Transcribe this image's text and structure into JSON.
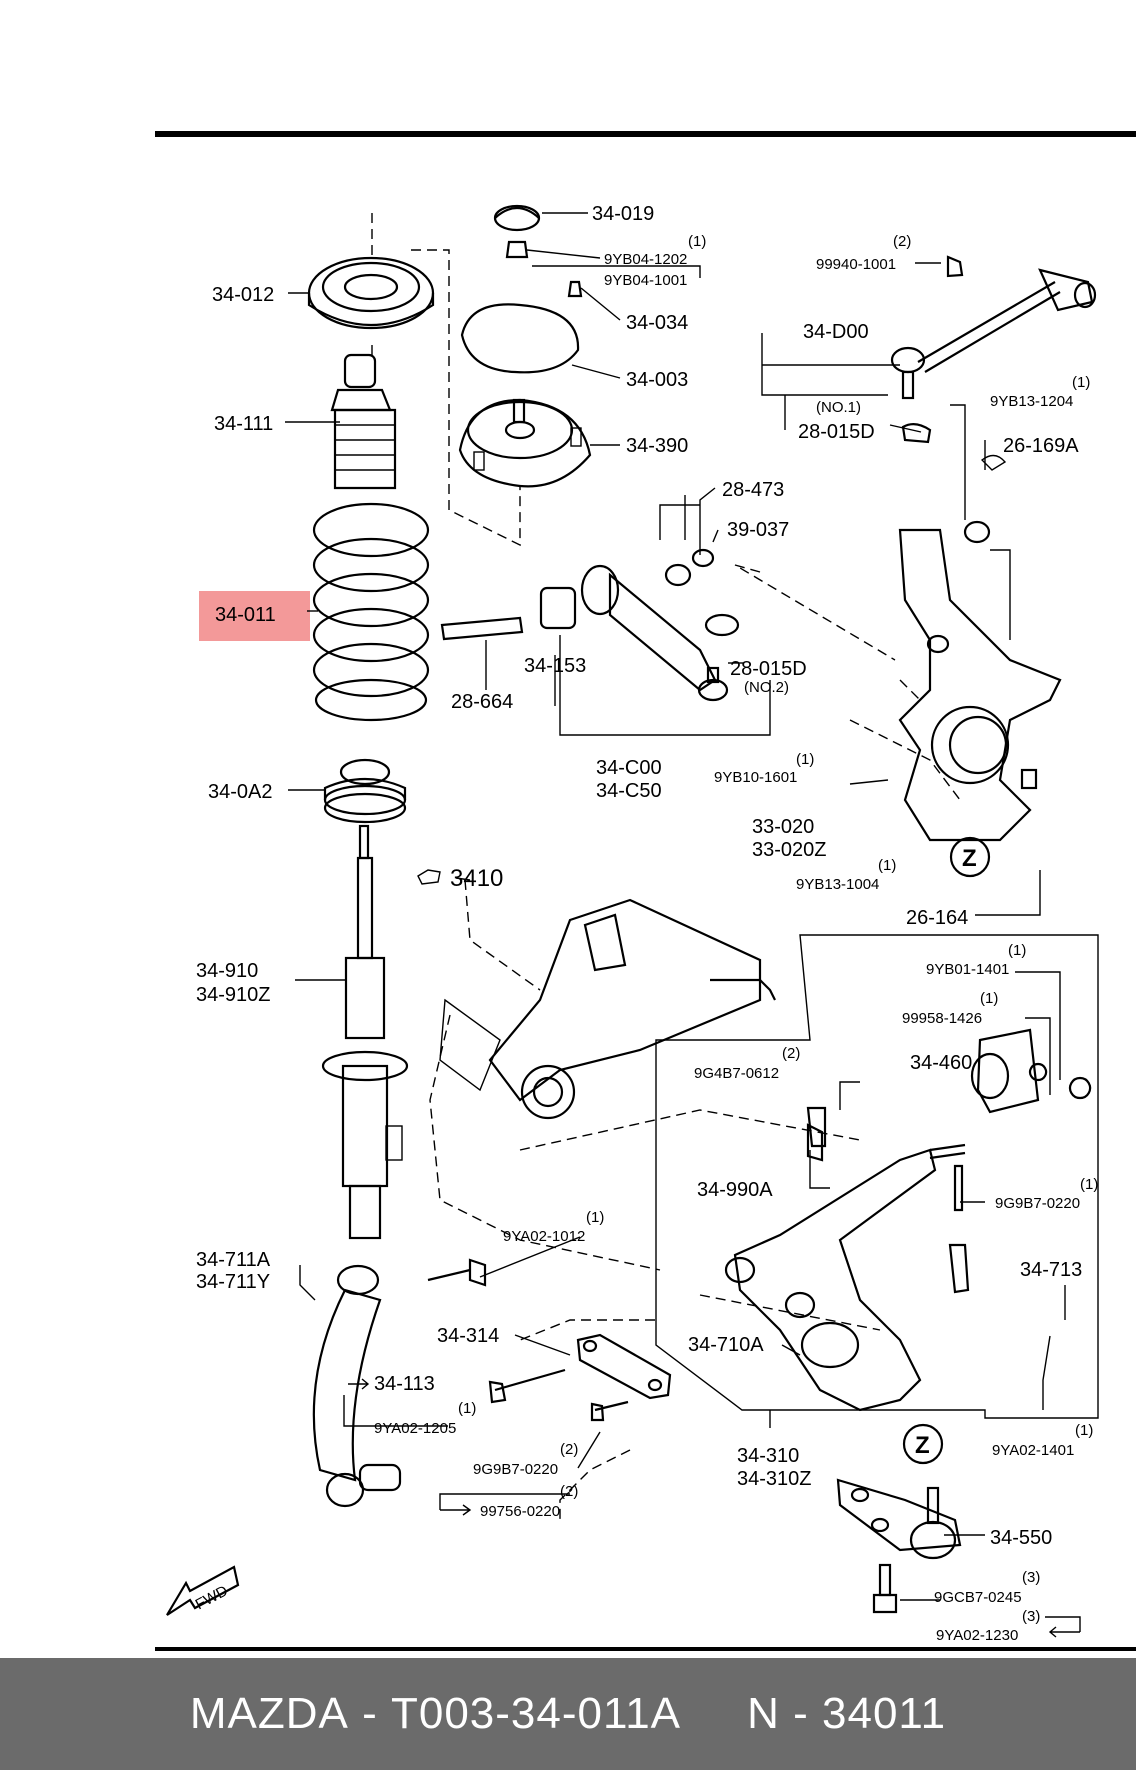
{
  "footer": {
    "brand": "MAZDA",
    "sep1": " - ",
    "part_no": "T003-34-011A",
    "sep2": "     N - ",
    "ref_no": "34011"
  },
  "highlight": {
    "label": "34-011",
    "color": "#f08080"
  },
  "labels": {
    "l_34019": "34-019",
    "l_9yb04_1202": "9YB04-1202",
    "l_9yb04_1001": "9YB04-1001",
    "q_9yb04": "(1)",
    "l_34012": "34-012",
    "l_34034": "34-034",
    "l_34003": "34-003",
    "l_34111": "34-111",
    "l_34390": "34-390",
    "l_99940_1001": "99940-1001",
    "q_99940": "(2)",
    "l_34d00": "34-D00",
    "l_no1": "(NO.1)",
    "l_28015d_a": "28-015D",
    "l_9yb13_1204": "9YB13-1204",
    "q_9yb13_1204": "(1)",
    "l_26169a": "26-169A",
    "l_28473": "28-473",
    "l_39037": "39-037",
    "l_34153": "34-153",
    "l_28664": "28-664",
    "l_28015d_b": "28-015D",
    "l_no2": "(NO.2)",
    "l_34c00": "34-C00",
    "l_34c50": "34-C50",
    "l_9yb10_1601": "9YB10-1601",
    "q_9yb10": "(1)",
    "l_33020": "33-020",
    "l_33020z": "33-020Z",
    "l_9yb13_1004": "9YB13-1004",
    "q_9yb13_1004": "(1)",
    "l_34oa2": "34-0A2",
    "l_3410": "3410",
    "l_26164": "26-164",
    "l_34910": "34-910",
    "l_34910z": "34-910Z",
    "l_9yb01_1401": "9YB01-1401",
    "q_9yb01": "(1)",
    "l_99958_1426": "99958-1426",
    "q_99958": "(1)",
    "l_9g4b7_0612": "9G4B7-0612",
    "q_9g4b7": "(2)",
    "l_34460": "34-460",
    "l_34990a": "34-990A",
    "l_9g9b7_0220_a": "9G9B7-0220",
    "q_9g9b7_a": "(1)",
    "l_9ya02_1012": "9YA02-1012",
    "q_9ya02_1012": "(1)",
    "l_34711a": "34-711A",
    "l_34711y": "34-711Y",
    "l_34713": "34-713",
    "l_34314": "34-314",
    "l_34710a": "34-710A",
    "l_34113": "34-113",
    "l_9ya02_1205": "9YA02-1205",
    "q_9ya02_1205": "(1)",
    "l_9ya02_1401": "9YA02-1401",
    "q_9ya02_1401": "(1)",
    "l_34310": "34-310",
    "l_34310z": "34-310Z",
    "l_9g9b7_0220_b": "9G9B7-0220",
    "q_9g9b7_b": "(2)",
    "l_99756_0220": "99756-0220",
    "q_99756": "(2)",
    "l_34550": "34-550",
    "l_9gcb7_0245": "9GCB7-0245",
    "q_9gcb7": "(3)",
    "l_9ya02_1230": "9YA02-1230",
    "q_9ya02_1230": "(3)",
    "l_z1": "Z",
    "l_z2": "Z",
    "l_fwd": "FWD"
  }
}
